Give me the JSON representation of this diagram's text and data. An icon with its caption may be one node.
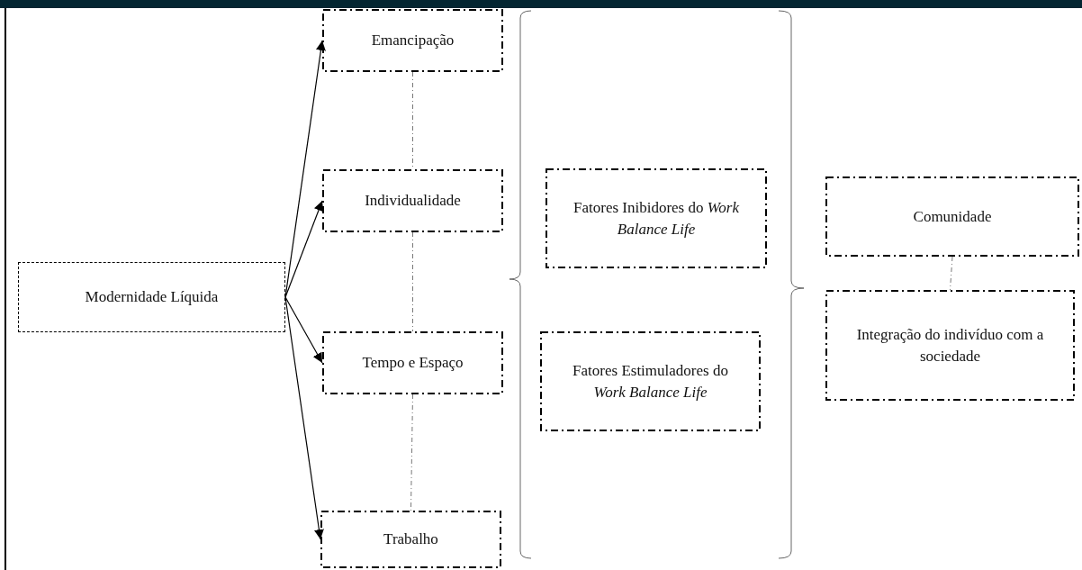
{
  "diagram": {
    "nodes": [
      {
        "text": [
          "Modernidade Líquida"
        ]
      },
      {
        "text": [
          "Emancipação"
        ]
      },
      {
        "text": [
          "Individualidade"
        ]
      },
      {
        "text": [
          "Tempo e Espaço"
        ]
      },
      {
        "text": [
          "Trabalho"
        ]
      },
      {
        "text": [
          "Fatores Inibidores do *Work Balance Life*"
        ]
      },
      {
        "text": [
          "Fatores Estimuladores do *Work Balance Life*"
        ]
      },
      {
        "text": [
          "Comunidade"
        ]
      },
      {
        "text": [
          "Integração do indivíduo com a sociedade"
        ]
      }
    ],
    "edges": [
      {
        "from": 0,
        "to": 1,
        "arrow": "to"
      },
      {
        "from": 0,
        "to": 2,
        "arrow": "to"
      },
      {
        "from": 0,
        "to": 3,
        "arrow": "to"
      },
      {
        "from": 0,
        "to": 4,
        "arrow": "to"
      },
      {
        "from": 1,
        "to": 2,
        "arrow": "none",
        "style": "dashed"
      },
      {
        "from": 2,
        "to": 3,
        "arrow": "none",
        "style": "dashed"
      },
      {
        "from": 3,
        "to": 4,
        "arrow": "none",
        "style": "dashed"
      },
      {
        "from": 7,
        "to": 8,
        "arrow": "none",
        "style": "dashed"
      }
    ]
  }
}
